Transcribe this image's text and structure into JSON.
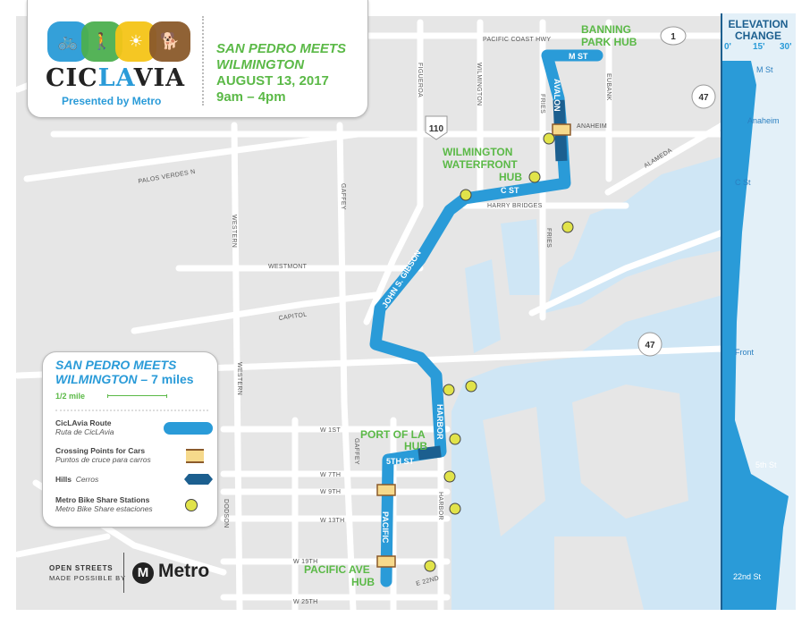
{
  "header": {
    "logo_text_pre": "CIC",
    "logo_text_la": "LA",
    "logo_text_post": "VIA",
    "presented_by": "Presented by Metro",
    "event_line1": "SAN PEDRO MEETS",
    "event_line2": "WILMINGTON",
    "event_date": "AUGUST 13, 2017",
    "event_time": "9am – 4pm"
  },
  "legend": {
    "title_line1": "SAN PEDRO MEETS",
    "title_line2": "WILMINGTON –",
    "distance": "7 miles",
    "scale_label": "1/2 mile",
    "items": [
      {
        "label": "CicLAvia Route",
        "sublabel": "Ruta de CicLAvia",
        "icon": "route-line"
      },
      {
        "label": "Crossing Points for Cars",
        "sublabel": "Puntos de cruce para carros",
        "icon": "crossing-bridge"
      },
      {
        "label": "Hills",
        "sublabel": "Cerros",
        "icon": "hill-hexagon"
      },
      {
        "label": "Metro Bike Share Stations",
        "sublabel": "Metro Bike Share estaciones",
        "icon": "yellow-dot"
      }
    ]
  },
  "footer": {
    "line1": "OPEN STREETS",
    "line2": "MADE POSSIBLE BY",
    "metro_logo_letter": "M",
    "metro_word": "Metro"
  },
  "streets": {
    "pch": "PACIFIC COAST HWY",
    "figueroa": "FIGUEROA",
    "wilmington": "WILMINGTON",
    "fries_n": "FRIES",
    "eubank": "EUBANK",
    "anaheim": "ANAHEIM",
    "alameda": "ALAMEDA",
    "palos_verdes": "PALOS VERDES N",
    "gaffey_n": "GAFFEY",
    "western_n": "WESTERN",
    "westmont": "WESTMONT",
    "capitol": "CAPITOL",
    "harry_bridges": "HARRY BRIDGES",
    "fries_s": "FRIES",
    "western_s": "WESTERN",
    "w1st": "W 1ST",
    "gaffey_s": "GAFFEY",
    "w7th": "W 7TH",
    "w9th": "W 9TH",
    "w13th": "W 13TH",
    "dodson": "DODSON",
    "harbor_s": "HARBOR",
    "w19th": "W 19TH",
    "e22nd": "E 22ND",
    "w25th": "W 25TH"
  },
  "highways": {
    "pch": "1",
    "i110": "110",
    "sr47_n": "47",
    "sr47_s": "47"
  },
  "route_labels": {
    "m_st": "M ST",
    "avalon": "AVALON",
    "c_st": "C ST",
    "john_s_gibson": "JOHN S. GIBSON",
    "harbor": "HARBOR",
    "fifth_st": "5TH ST",
    "pacific": "PACIFIC"
  },
  "hubs": {
    "banning_1": "BANNING",
    "banning_2": "PARK HUB",
    "wilm_1": "WILMINGTON",
    "wilm_2": "WATERFRONT",
    "wilm_3": "HUB",
    "port_1": "PORT OF LA",
    "port_2": "HUB",
    "pac_1": "PACIFIC AVE",
    "pac_2": "HUB"
  },
  "elevation": {
    "title_line1": "ELEVATION",
    "title_line2": "CHANGE",
    "ticks": [
      "0'",
      "15'",
      "30'"
    ],
    "stops": [
      "M St",
      "Anaheim",
      "C St",
      "Front",
      "5th St",
      "22nd St"
    ]
  },
  "colors": {
    "route": "#2a9bd8",
    "hill": "#1c5f8f",
    "hub_text": "#5bb947",
    "bike_station": "#e1e34a",
    "water": "#cfe6f5",
    "land": "#e6e6e6"
  }
}
